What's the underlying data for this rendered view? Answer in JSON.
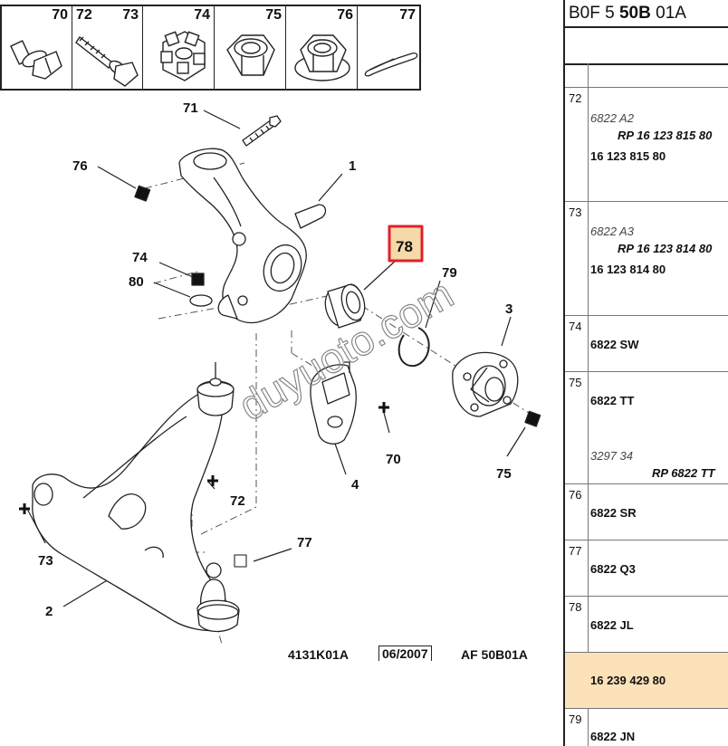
{
  "strip": [
    {
      "num": "70",
      "name": "flange-bolt"
    },
    {
      "num": "72",
      "num2": "73",
      "name": "long-bolt"
    },
    {
      "num": "74",
      "name": "castle-nut"
    },
    {
      "num": "75",
      "name": "hub-nut"
    },
    {
      "num": "76",
      "name": "flange-nut"
    },
    {
      "num": "77",
      "name": "split-pin"
    }
  ],
  "callouts": {
    "c71": "71",
    "c76": "76",
    "c1": "1",
    "c74": "74",
    "c80": "80",
    "c78": "78",
    "c79": "79",
    "c3": "3",
    "c70": "70",
    "c4": "4",
    "c75": "75",
    "c72": "72",
    "c73": "73",
    "c77": "77",
    "c2": "2"
  },
  "watermark": "duyuoto.com",
  "footer": {
    "ref1": "4131K01A",
    "date": "06/2007",
    "ref2": "AF 50B01A"
  },
  "panel": {
    "title_a": "B0F 5 ",
    "title_b": "50B",
    "title_c": " 01A",
    "rows": [
      {
        "num": "72",
        "ref": "6822 A2",
        "rp": "RP 16 123 815 80",
        "part": "16 123 815 80"
      },
      {
        "num": "73",
        "ref": "6822 A3",
        "rp": "RP 16 123 814 80",
        "part": "16 123 814 80"
      },
      {
        "num": "74",
        "part": "6822 SW"
      },
      {
        "num": "75",
        "part": "6822 TT",
        "ref": "3297 34",
        "rp": "RP 6822 TT"
      },
      {
        "num": "76",
        "part": "6822 SR"
      },
      {
        "num": "77",
        "part": "6822 Q3"
      },
      {
        "num": "78",
        "part": "6822 JL"
      },
      {
        "part": "16 239 429 80"
      },
      {
        "num": "79",
        "part": "6822 JN"
      }
    ]
  },
  "highlight_color": "#e0202a",
  "highlight_fill": "#f6d9a8"
}
